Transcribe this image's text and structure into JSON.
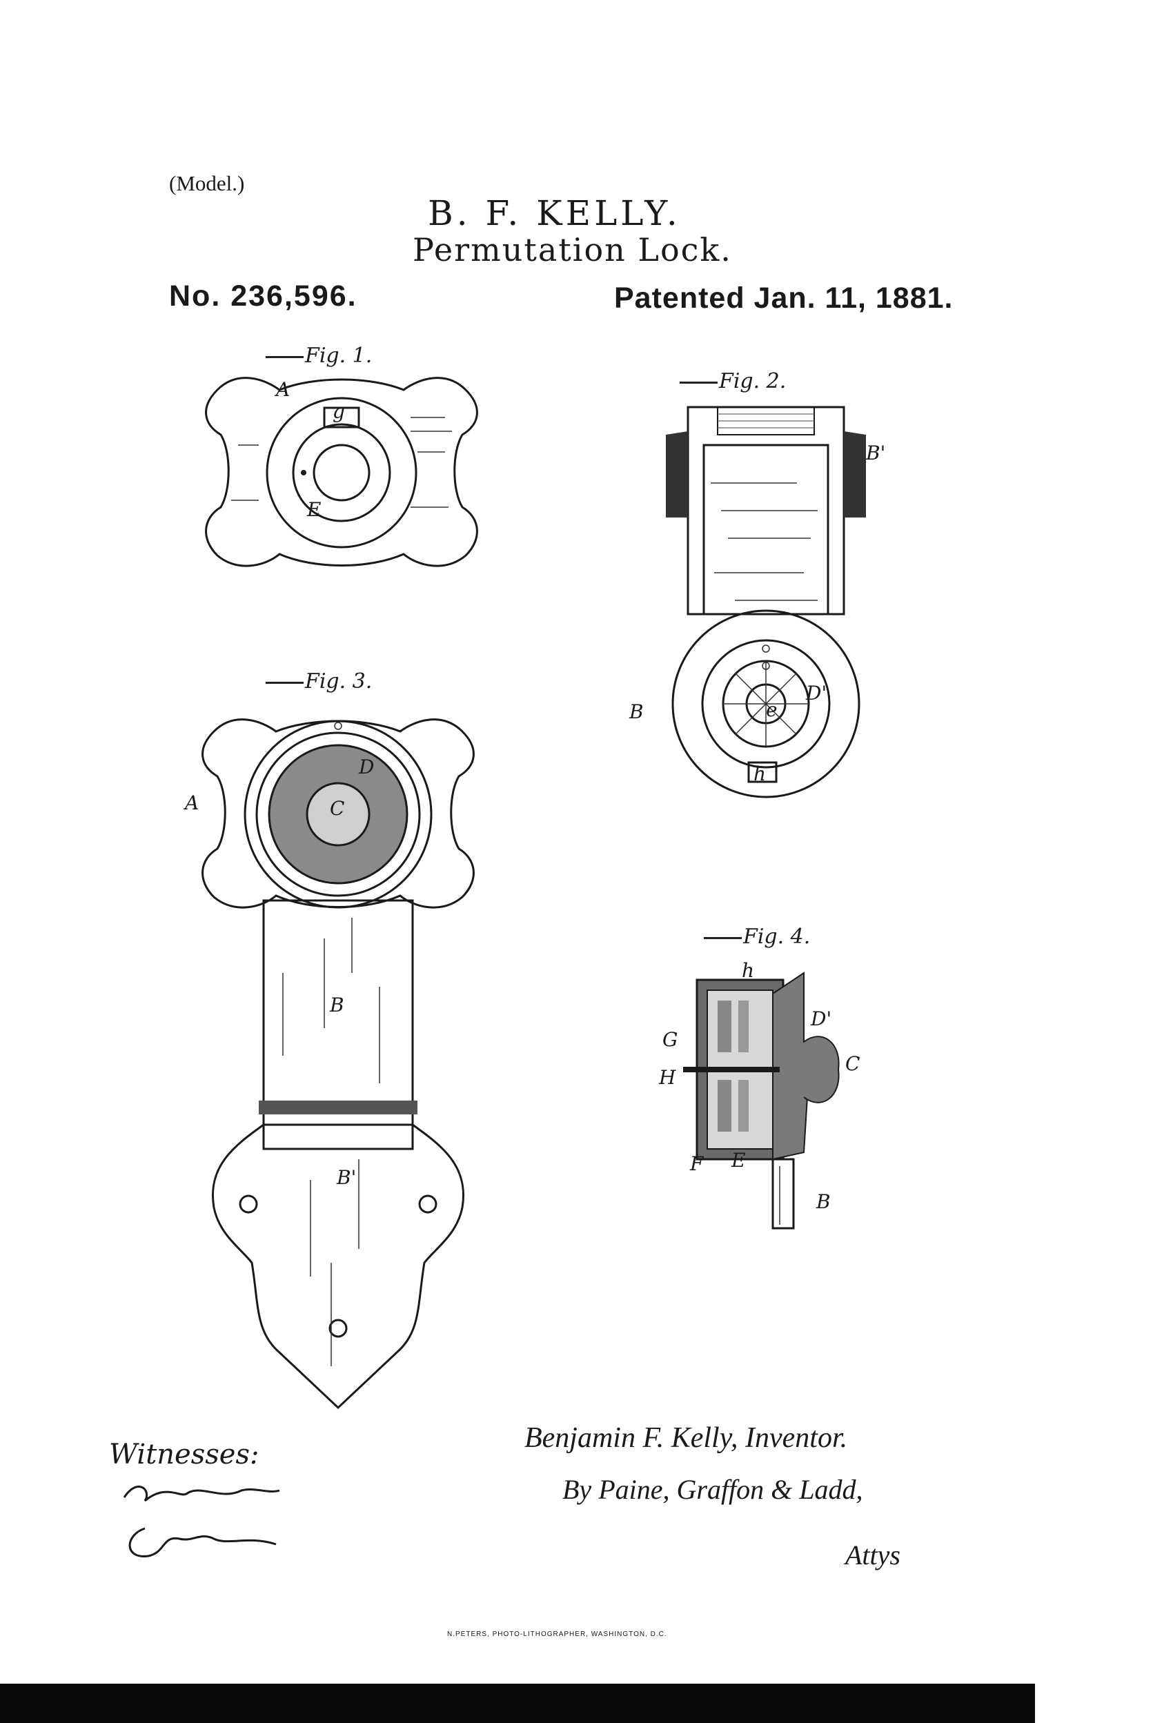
{
  "header": {
    "model": "(Model.)",
    "inventor_name": "B. F. KELLY.",
    "title": "Permutation Lock.",
    "patent_number": "No. 236,596.",
    "patent_date": "Patented Jan. 11, 1881."
  },
  "figures": {
    "fig1": "Fig. 1.",
    "fig2": "Fig. 2.",
    "fig3": "Fig. 3.",
    "fig4": "Fig. 4."
  },
  "labels": {
    "fig1": [
      "A",
      "g",
      "E"
    ],
    "fig2": [
      "B'",
      "B",
      "D'",
      "e",
      "h"
    ],
    "fig3": [
      "A",
      "D",
      "C",
      "B",
      "B'"
    ],
    "fig4": [
      "h",
      "D'",
      "G",
      "H",
      "C",
      "F",
      "E",
      "B"
    ]
  },
  "signatures": {
    "witnesses_label": "Witnesses:",
    "inventor": "Benjamin F. Kelly, Inventor.",
    "attorneys": "By Paine, Graffon & Ladd,",
    "attys_label": "Attys"
  },
  "printer_credit": "N.PETERS, PHOTO-LITHOGRAPHER, WASHINGTON, D.C."
}
